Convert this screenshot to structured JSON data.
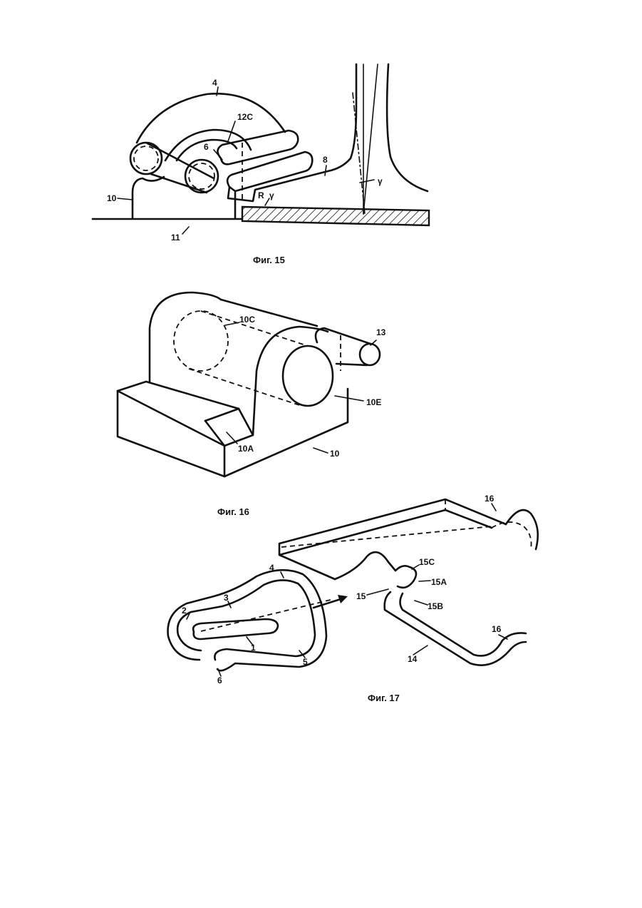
{
  "figures": [
    {
      "caption": "Фиг. 15",
      "labels": {
        "l4": "4",
        "l12c": "12C",
        "l6": "6",
        "l8": "8",
        "l10": "10",
        "l11": "11",
        "lR": "R",
        "lgamma1": "γ",
        "lgamma2": "γ"
      }
    },
    {
      "caption": "Фиг. 16",
      "labels": {
        "l10c": "10C",
        "l13": "13",
        "l10e": "10E",
        "l10a": "10A",
        "l10": "10"
      }
    },
    {
      "caption": "Фиг. 17",
      "labels": {
        "l16a": "16",
        "l15c": "15C",
        "l15a": "15A",
        "l15": "15",
        "l15b": "15B",
        "l4": "4",
        "l3": "3",
        "l2": "2",
        "l1": "1",
        "l5": "5",
        "l6": "6",
        "l14": "14",
        "l16b": "16"
      }
    }
  ]
}
